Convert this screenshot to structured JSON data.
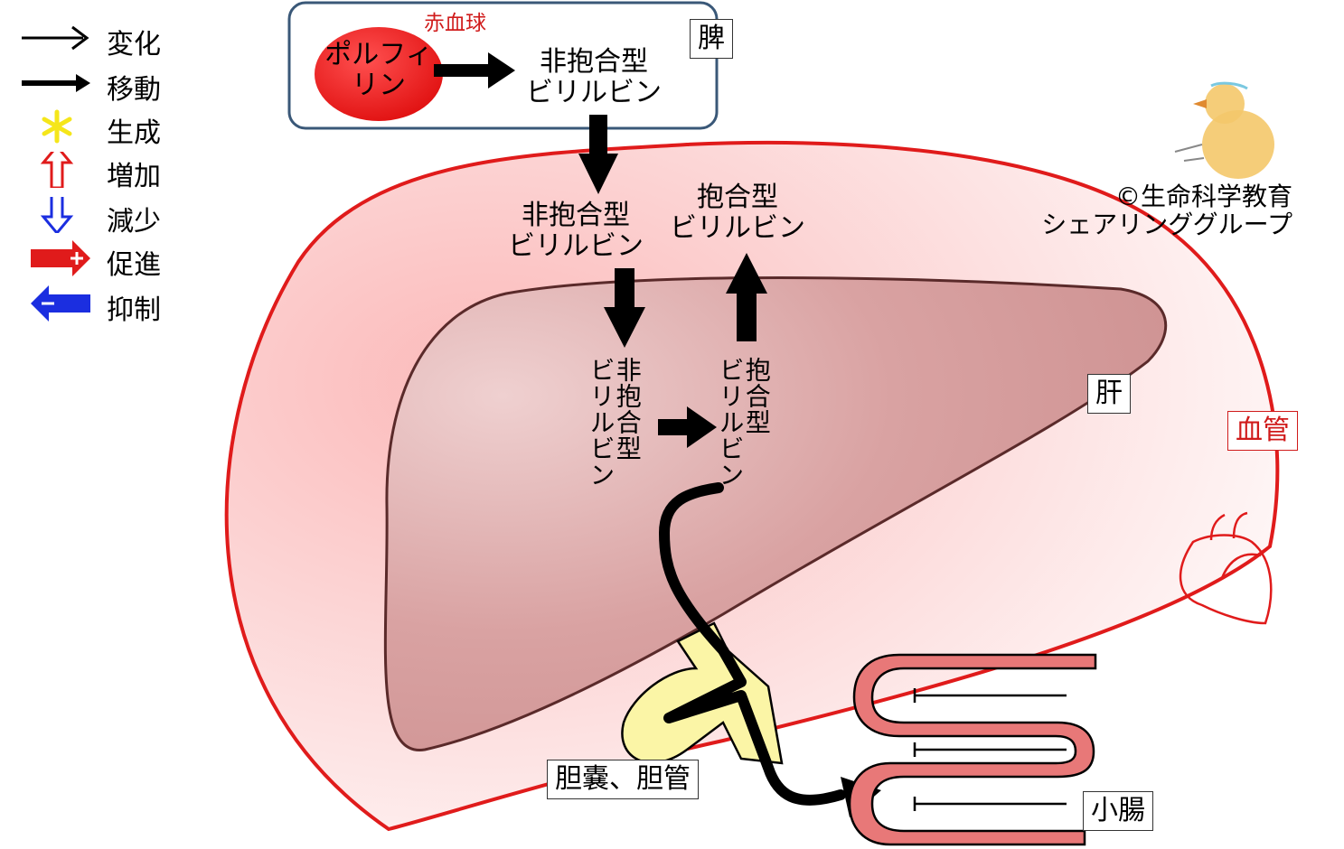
{
  "legend": {
    "items": [
      {
        "icon": "thin-arrow-icon",
        "label": "変化"
      },
      {
        "icon": "bold-arrow-icon",
        "label": "移動"
      },
      {
        "icon": "yellow-asterisk-icon",
        "label": "生成"
      },
      {
        "icon": "red-outline-up-arrow-icon",
        "label": "増加"
      },
      {
        "icon": "blue-outline-down-arrow-icon",
        "label": "減少"
      },
      {
        "icon": "red-plus-arrow-icon",
        "label": "促進"
      },
      {
        "icon": "blue-minus-arrow-icon",
        "label": "抑制"
      }
    ]
  },
  "spleen": {
    "organ_label": "脾",
    "rbc_label": "赤血球",
    "porphyrin": "ポルフィ\nリン",
    "product": "非抱合型\nビリルビン"
  },
  "blood": {
    "vessel_label": "血管",
    "unconjugated": "非抱合型\nビリルビン",
    "conjugated": "抱合型\nビリルビン"
  },
  "liver": {
    "organ_label": "肝",
    "unconjugated_vertical": "非抱合型\nビリルビン",
    "conjugated_vertical": "抱合型\nビリルビン"
  },
  "gallbladder": {
    "label": "胆嚢、胆管"
  },
  "intestine": {
    "label": "小腸"
  },
  "copyright": "©生命科学教育\nシェアリンググループ",
  "colors": {
    "red": "#e01b1b",
    "blue": "#1b2ee0",
    "yellow": "#f5e61a",
    "vessel_border": "#e01b1b",
    "liver_fill": "#d49a9a",
    "bile_yellow": "#fbf5a6",
    "intestine": "#e87878"
  }
}
